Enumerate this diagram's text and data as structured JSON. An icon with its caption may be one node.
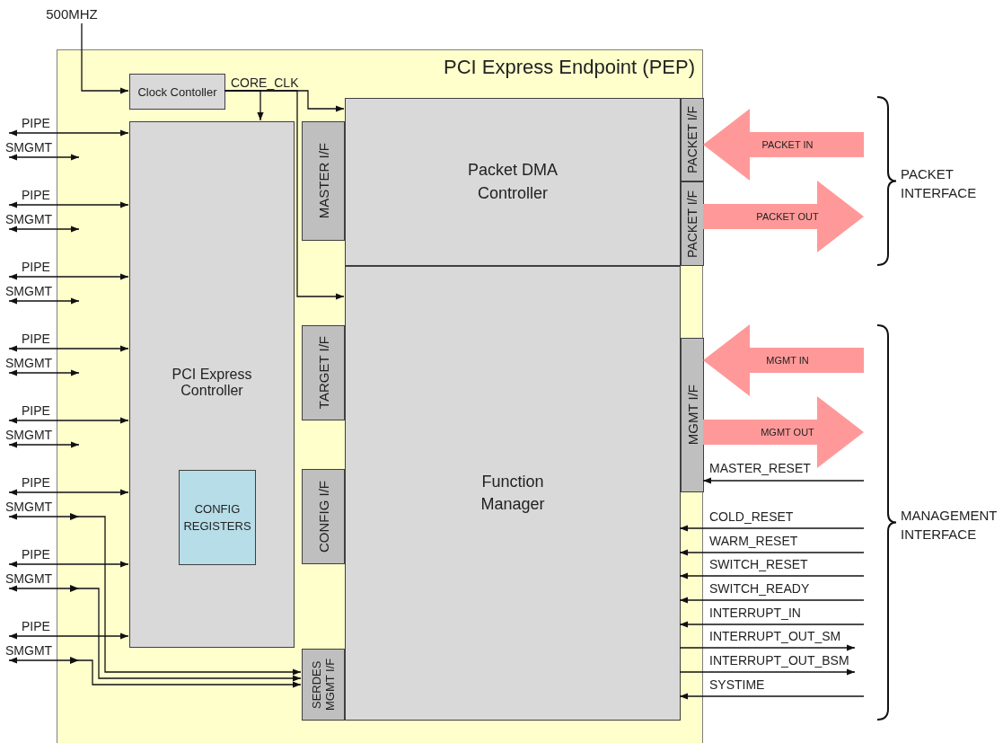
{
  "diagram": {
    "nodes": [
      {
        "text": [
          "PCI Express Endpoint (PEP)"
        ]
      },
      {
        "text": [
          "Clock Contoller"
        ],
        "in": 0
      },
      {
        "text": [
          "PCI Express Controller"
        ],
        "in": 0
      },
      {
        "text": [
          "CONFIG REGISTERS"
        ],
        "in": 2
      },
      {
        "text": [
          "MASTER I/F"
        ],
        "in": 0
      },
      {
        "text": [
          "TARGET I/F"
        ],
        "in": 0
      },
      {
        "text": [
          "CONFIG I/F"
        ],
        "in": 0
      },
      {
        "text": [
          "SERDES MGMT I/F"
        ],
        "in": 0
      },
      {
        "text": [
          "Packet DMA Controller"
        ],
        "in": 0
      },
      {
        "text": [
          "PACKET I/F"
        ],
        "in": 0
      },
      {
        "text": [
          "PACKET I/F"
        ],
        "in": 0
      },
      {
        "text": [
          "Function Manager"
        ],
        "in": 0
      },
      {
        "text": [
          "MGMT I/F"
        ],
        "in": 0
      },
      {
        "text": [
          "500MHZ"
        ]
      }
    ],
    "edges": [
      {
        "from": 13,
        "to": 1,
        "arrow": "to"
      },
      {
        "from": 1,
        "to": 2,
        "arrow": "to",
        "label": "CORE_CLK"
      },
      {
        "from": 1,
        "to": 8,
        "arrow": "to"
      },
      {
        "from": 1,
        "to": 11,
        "arrow": "to"
      },
      {
        "from": null,
        "to": 2,
        "arrow": "both",
        "label": "PIPE"
      },
      {
        "from": null,
        "to": 0,
        "arrow": "both",
        "label": "SMGMT"
      },
      {
        "from": null,
        "to": 2,
        "arrow": "both",
        "label": "PIPE"
      },
      {
        "from": null,
        "to": 0,
        "arrow": "both",
        "label": "SMGMT"
      },
      {
        "from": null,
        "to": 2,
        "arrow": "both",
        "label": "PIPE"
      },
      {
        "from": null,
        "to": 0,
        "arrow": "both",
        "label": "SMGMT"
      },
      {
        "from": null,
        "to": 2,
        "arrow": "both",
        "label": "PIPE"
      },
      {
        "from": null,
        "to": 0,
        "arrow": "both",
        "label": "SMGMT"
      },
      {
        "from": null,
        "to": 2,
        "arrow": "both",
        "label": "PIPE"
      },
      {
        "from": null,
        "to": 0,
        "arrow": "both",
        "label": "SMGMT"
      },
      {
        "from": null,
        "to": 2,
        "arrow": "both",
        "label": "PIPE"
      },
      {
        "from": null,
        "to": 7,
        "arrow": "both",
        "label": "SMGMT"
      },
      {
        "from": null,
        "to": 2,
        "arrow": "both",
        "label": "PIPE"
      },
      {
        "from": null,
        "to": 7,
        "arrow": "both",
        "label": "SMGMT"
      },
      {
        "from": null,
        "to": 2,
        "arrow": "both",
        "label": "PIPE"
      },
      {
        "from": null,
        "to": 7,
        "arrow": "both",
        "label": "SMGMT"
      },
      {
        "from": null,
        "to": 9,
        "arrow": "to",
        "label": "PACKET IN",
        "style": "thick",
        "color": "#ff9999"
      },
      {
        "from": 10,
        "to": null,
        "arrow": "to",
        "label": "PACKET OUT",
        "style": "thick",
        "color": "#ff9999"
      },
      {
        "from": null,
        "to": 12,
        "arrow": "to",
        "label": "MGMT IN",
        "style": "thick",
        "color": "#ff9999"
      },
      {
        "from": 12,
        "to": null,
        "arrow": "to",
        "label": "MGMT OUT",
        "style": "thick",
        "color": "#ff9999"
      },
      {
        "from": null,
        "to": 12,
        "arrow": "to",
        "label": "MASTER_RESET"
      },
      {
        "from": null,
        "to": 11,
        "arrow": "to",
        "label": "COLD_RESET"
      },
      {
        "from": null,
        "to": 11,
        "arrow": "to",
        "label": "WARM_RESET"
      },
      {
        "from": null,
        "to": 11,
        "arrow": "to",
        "label": "SWITCH_RESET"
      },
      {
        "from": null,
        "to": 11,
        "arrow": "to",
        "label": "SWITCH_READY"
      },
      {
        "from": null,
        "to": 11,
        "arrow": "to",
        "label": "INTERRUPT_IN"
      },
      {
        "from": 11,
        "to": null,
        "arrow": "to",
        "label": "INTERRUPT_OUT_SM"
      },
      {
        "from": 11,
        "to": null,
        "arrow": "to",
        "label": "INTERRUPT_OUT_BSM"
      },
      {
        "from": null,
        "to": 11,
        "arrow": "to",
        "label": "SYSTIME"
      }
    ],
    "labels": [
      "PACKET INTERFACE",
      "MANAGEMENT INTERFACE"
    ]
  }
}
